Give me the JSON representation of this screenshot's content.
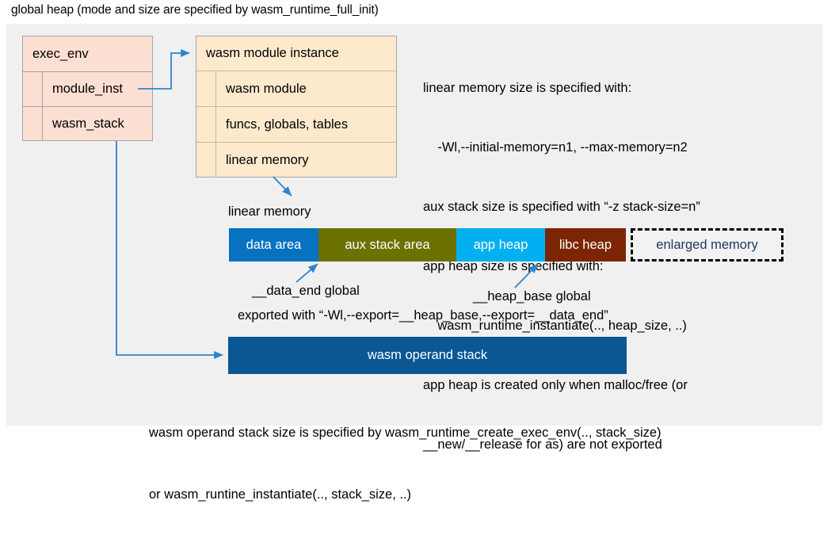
{
  "title": "global heap (mode and size are specified by wasm_runtime_full_init)",
  "colors": {
    "canvas_bg": "#f0f0f0",
    "exec_env_fill": "#fbdfd2",
    "module_inst_fill": "#fdeacd",
    "connector": "#2e84c8",
    "data_area": "#0672c0",
    "aux_stack_area": "#6b7200",
    "app_heap": "#00b0f0",
    "libc_heap": "#7b2504",
    "enlarged_memory_fill": "#f2f2f2",
    "enlarged_memory_text": "#1f3864",
    "operand_stack": "#0a5794"
  },
  "exec_env": {
    "header": "exec_env",
    "rows": [
      {
        "label": "module_inst"
      },
      {
        "label": "wasm_stack"
      }
    ]
  },
  "module_instance": {
    "header": "wasm module instance",
    "rows": [
      {
        "label": "wasm module"
      },
      {
        "label": "funcs, globals, tables"
      },
      {
        "label": "linear memory"
      }
    ]
  },
  "notes": {
    "lines": [
      "linear memory size is specified with:",
      "    -Wl,--initial-memory=n1, --max-memory=n2",
      "aux stack size is specified with “-z stack-size=n”",
      "app heap size is specified with:",
      "    wasm_runtime_instantiate(.., heap_size, ..)",
      "app heap is created only when malloc/free (or",
      "__new/__release for as) are not exported"
    ]
  },
  "linear_memory": {
    "label": "linear memory",
    "segments": [
      {
        "label": "data area",
        "color": "#0672c0",
        "width": 113
      },
      {
        "label": "aux stack area",
        "color": "#6b7200",
        "width": 174
      },
      {
        "label": "app heap",
        "color": "#00b0f0",
        "width": 112
      },
      {
        "label": "libc heap",
        "color": "#7b2504",
        "width": 102
      },
      {
        "label": "enlarged memory",
        "color": "#f2f2f2",
        "width": 193
      }
    ]
  },
  "annotations": {
    "data_end": "__data_end global",
    "heap_base": "__heap_base global",
    "exported_with": "exported with “-Wl,--export=__heap_base,--export=__data_end”"
  },
  "operand_stack": {
    "label": "wasm operand stack"
  },
  "bottom_notes": {
    "lines": [
      "wasm operand stack size is specified by wasm_runtime_create_exec_env(.., stack_size)",
      "or wasm_runtine_instantiate(.., stack_size, ..)"
    ]
  }
}
